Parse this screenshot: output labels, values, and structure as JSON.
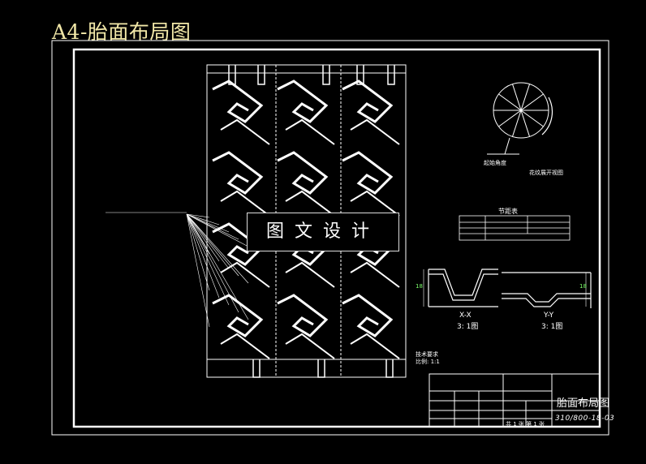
{
  "header": {
    "title": "A4-胎面布局图"
  },
  "watermark": {
    "text": "图文设计"
  },
  "drawing": {
    "side_view_caption": "起始角度",
    "developed_view_caption": "花纹展开视图",
    "table_title": "节距表",
    "section_xx": "X-X",
    "section_xx_scale": "3: 1图",
    "section_yy": "Y-Y",
    "section_yy_scale": "3: 1图",
    "dim_left": "18",
    "dim_right": "18",
    "notes_line1": "技术要求",
    "notes_line2": "比例: 1:1"
  },
  "title_block": {
    "drawing_name": "胎面布局图",
    "drawing_code": "310/800-18-03",
    "scale_text": "共 1 张 第 1 张"
  },
  "colors": {
    "background": "#000000",
    "lines": "#ffffff",
    "title": "#f2e8a8",
    "dimension_text": "#7cff6b"
  }
}
